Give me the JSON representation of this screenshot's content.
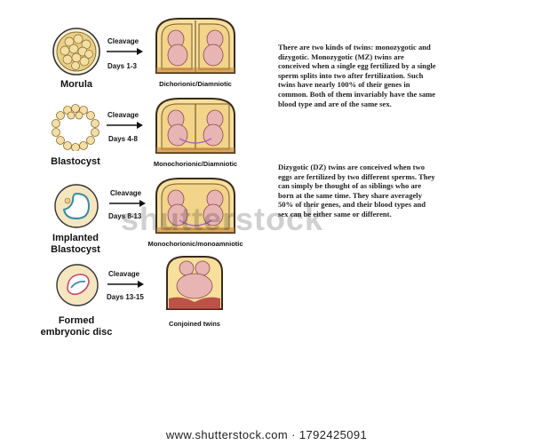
{
  "stages": [
    {
      "label": "Morula",
      "cleavage": "Cleavage",
      "days": "Days 1-3",
      "result": "Dichorionic/Diamniotic"
    },
    {
      "label": "Blastocyst",
      "cleavage": "Cleavage",
      "days": "Days 4-8",
      "result": "Monochorionic/Diamniotic"
    },
    {
      "label": "Implanted Blastocyst",
      "cleavage": "Cleavage",
      "days": "Days 8-13",
      "result": "Monochorionic/monoamniotic"
    },
    {
      "label": "Formed embryonic disc",
      "cleavage": "Cleavage",
      "days": "Days 13-15",
      "result": "Conjoined twins"
    }
  ],
  "text": {
    "para1": "There are two kinds of twins: monozygotic and dizygotic. Monozygotic (MZ) twins are conceived when a single egg fertilized by a single sperm splits into two after fertilization. Such twins have nearly 100% of their genes in common. Both of them invariably have the same blood type and are of the same sex.",
    "para2": "Dizygotic (DZ) twins are conceived when two eggs are fertilized by two different sperms. They can simply be thought of as siblings who are born at the same time. They share averagely 50% of their genes, and their blood types and sex can be either same or different."
  },
  "watermark": "shutterstock",
  "footer": "www.shutterstock.com · 1792425091",
  "colors": {
    "sac_fill": "#f7df9c",
    "sac_outline": "#3a2a1a",
    "fetus": "#e8b4b4",
    "cell": "#f3dfa6",
    "placenta": "#b23a3a"
  }
}
